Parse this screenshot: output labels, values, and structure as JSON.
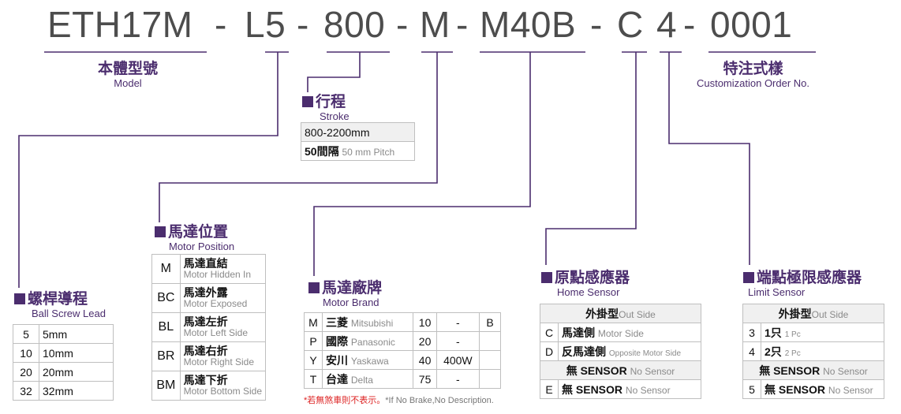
{
  "code": {
    "parts": [
      "ETH17M",
      "-",
      "L5",
      "-",
      "800",
      "-",
      "M",
      "-",
      "M40B",
      "-",
      "C",
      "4",
      "-",
      "0001"
    ]
  },
  "model": {
    "zh": "本體型號",
    "en": "Model"
  },
  "stroke": {
    "zh": "行程",
    "en": "Stroke",
    "row1": "800-2200mm",
    "row2_zh": "50間隔",
    "row2_en": "50 mm Pitch"
  },
  "custom": {
    "zh": "特注式樣",
    "en": "Customization Order No."
  },
  "motor_position": {
    "zh": "馬達位置",
    "en": "Motor Position",
    "rows": [
      {
        "code": "M",
        "zh": "馬達直結",
        "en": "Motor Hidden In"
      },
      {
        "code": "BC",
        "zh": "馬達外露",
        "en": "Motor Exposed"
      },
      {
        "code": "BL",
        "zh": "馬達左折",
        "en": "Motor Left Side"
      },
      {
        "code": "BR",
        "zh": "馬達右折",
        "en": "Motor Right Side"
      },
      {
        "code": "BM",
        "zh": "馬達下折",
        "en": "Motor Bottom Side"
      }
    ]
  },
  "lead": {
    "zh": "螺桿導程",
    "en": "Ball Screw Lead",
    "rows": [
      {
        "code": "5",
        "val": "5mm"
      },
      {
        "code": "10",
        "val": "10mm"
      },
      {
        "code": "20",
        "val": "20mm"
      },
      {
        "code": "32",
        "val": "32mm"
      }
    ]
  },
  "brand": {
    "zh": "馬達廠牌",
    "en": "Motor Brand",
    "rows": [
      {
        "code": "M",
        "zh": "三菱",
        "en": "Mitsubishi",
        "w": "10",
        "p": "-",
        "b": "B"
      },
      {
        "code": "P",
        "zh": "國際",
        "en": "Panasonic",
        "w": "20",
        "p": "-",
        "b": ""
      },
      {
        "code": "Y",
        "zh": "安川",
        "en": "Yaskawa",
        "w": "40",
        "p": "400W",
        "b": ""
      },
      {
        "code": "T",
        "zh": "台達",
        "en": "Delta",
        "w": "75",
        "p": "-",
        "b": ""
      }
    ],
    "note_zh": "*若無煞車則不表示。",
    "note_en": "*If No Brake,No Description."
  },
  "home": {
    "zh": "原點感應器",
    "en": "Home Sensor",
    "header_zh": "外掛型",
    "header_en": "Out Side",
    "rows": [
      {
        "code": "C",
        "zh": "馬達側",
        "en": "Motor Side"
      },
      {
        "code": "D",
        "zh": "反馬達側",
        "en": "Opposite Motor Side"
      }
    ],
    "none_zh": "無 SENSOR",
    "none_en": "No Sensor",
    "row_e": {
      "code": "E",
      "zh": "無 SENSOR",
      "en": "No Sensor"
    }
  },
  "limit": {
    "zh": "端點極限感應器",
    "en": "Limit Sensor",
    "header_zh": "外掛型",
    "header_en": "Out Side",
    "rows": [
      {
        "code": "3",
        "zh": "1只",
        "en": "1 Pc"
      },
      {
        "code": "4",
        "zh": "2只",
        "en": "2 Pc"
      }
    ],
    "none_zh": "無 SENSOR",
    "none_en": "No Sensor",
    "row_5": {
      "code": "5",
      "zh": "無 SENSOR",
      "en": "No Sensor"
    }
  },
  "colors": {
    "accent": "#4b2d6e",
    "line": "#4b2d6e",
    "code_text": "#4d4d4d",
    "note": "#d22222"
  }
}
